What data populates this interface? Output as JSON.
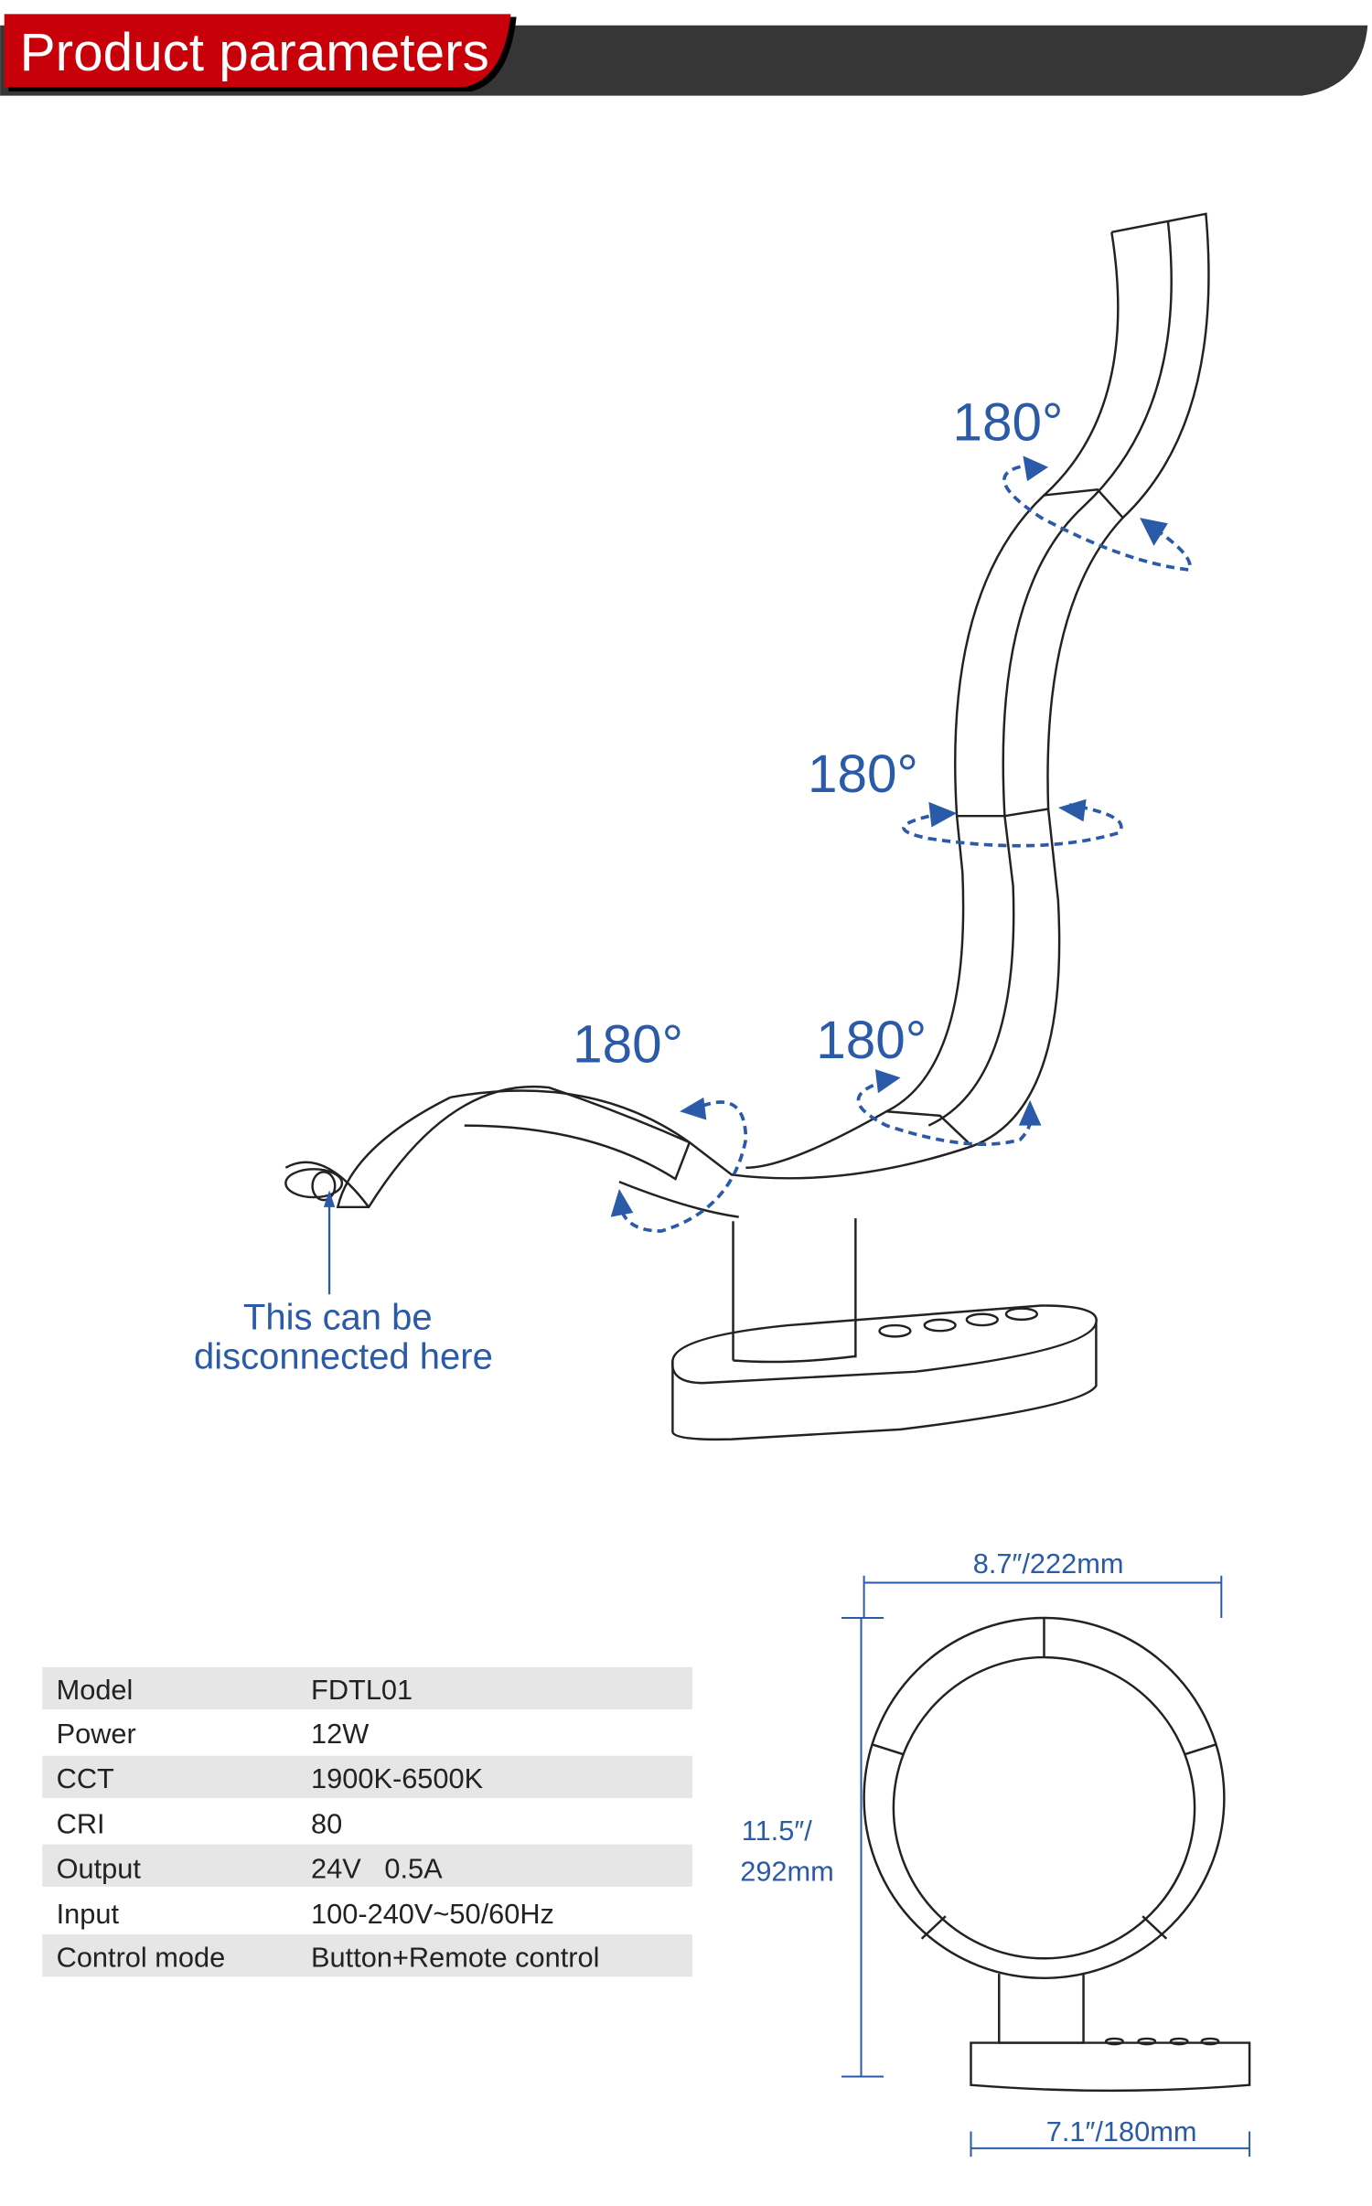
{
  "header": {
    "title": "Product parameters",
    "accent_color": "#c8000a",
    "bar_color": "#363636"
  },
  "drawing": {
    "rotation_labels": [
      "180°",
      "180°",
      "180°",
      "180°"
    ],
    "disconnect_note_line1": "This can be",
    "disconnect_note_line2": "disconnected here"
  },
  "specs": [
    {
      "label": "Model",
      "value": "FDTL01"
    },
    {
      "label": "Power",
      "value": "12W"
    },
    {
      "label": "CCT",
      "value": "1900K-6500K"
    },
    {
      "label": "CRI",
      "value": "80"
    },
    {
      "label": "Output",
      "value": "24V   0.5A"
    },
    {
      "label": "Input",
      "value": "100-240V~50/60Hz"
    },
    {
      "label": "Control mode",
      "value": "Button+Remote control"
    }
  ],
  "dimensions": {
    "width": "8.7″/222mm",
    "height_line1": "11.5″/",
    "height_line2": "292mm",
    "base": "7.1″/180mm"
  }
}
